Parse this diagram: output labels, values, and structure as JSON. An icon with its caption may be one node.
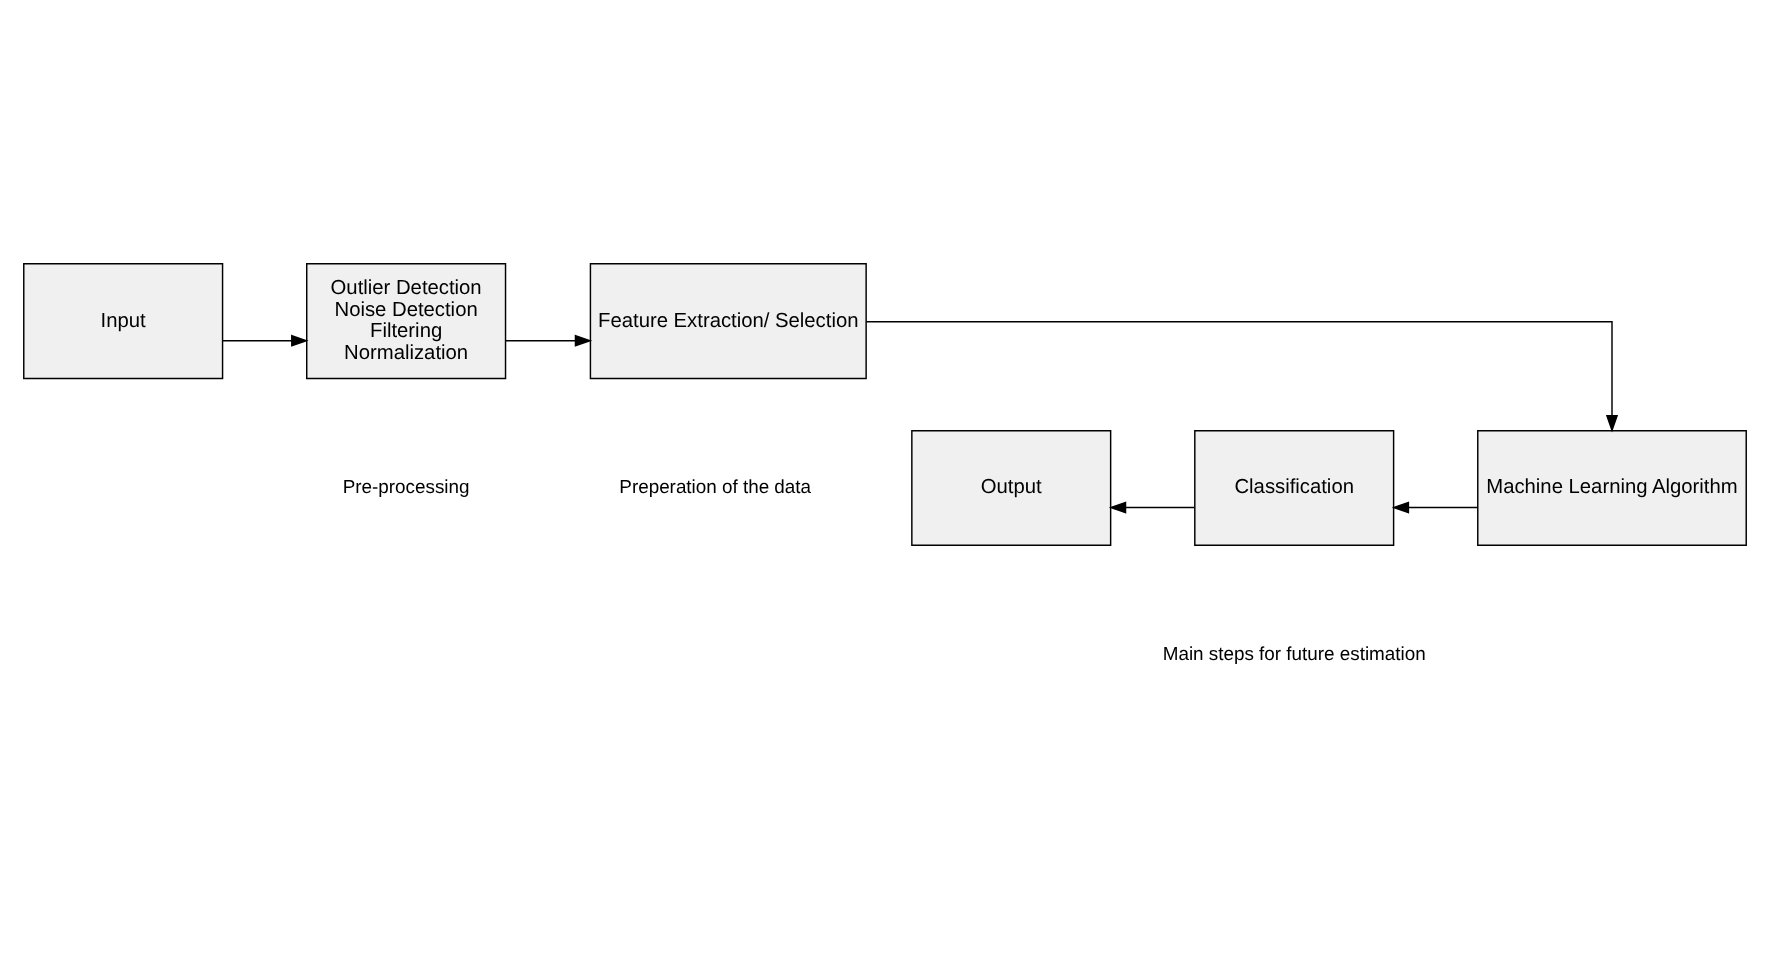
{
  "diagram": {
    "nodes": [
      {
        "text": [
          "Input"
        ]
      },
      {
        "text": [
          "Outlier Detection",
          "Noise Detection",
          "Filtering",
          "Normalization"
        ]
      },
      {
        "text": [
          "Feature Extraction/ Selection"
        ]
      },
      {
        "text": [
          "Machine Learning Algorithm"
        ]
      },
      {
        "text": [
          "Classification"
        ]
      },
      {
        "text": [
          "Output"
        ]
      }
    ],
    "edges": [
      {
        "from": 0,
        "to": 1,
        "arrow": "to"
      },
      {
        "from": 1,
        "to": 2,
        "arrow": "to"
      },
      {
        "from": 2,
        "to": 3,
        "arrow": "to"
      },
      {
        "from": 3,
        "to": 4,
        "arrow": "to"
      },
      {
        "from": 4,
        "to": 5,
        "arrow": "to"
      }
    ],
    "labels": [
      "Pre-processing",
      "Preperation of the data",
      "Main steps for future estimation"
    ]
  }
}
